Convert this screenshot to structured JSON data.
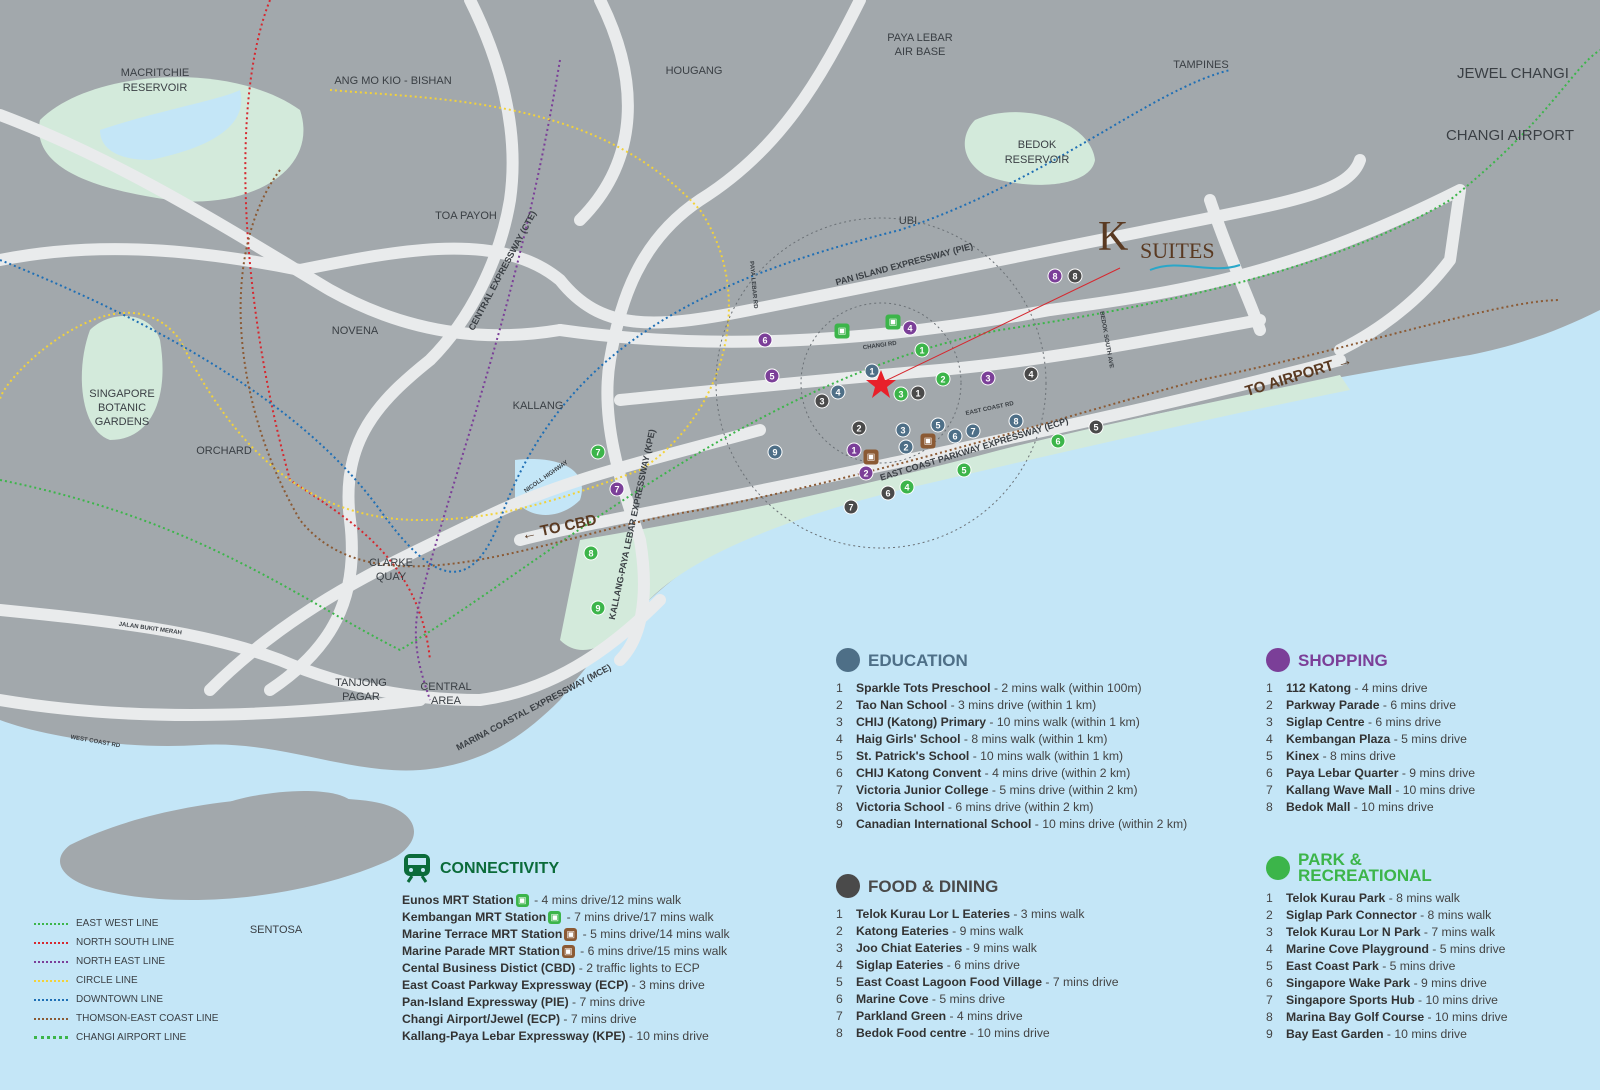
{
  "colors": {
    "sea": "#c4e6f7",
    "land": "#a2a8ac",
    "park": "#d3eadb",
    "road": "#e9ebec",
    "education": "#4e6f87",
    "shopping": "#7b3f98",
    "food": "#4a4a4a",
    "park_marker": "#3cb54a",
    "connectivity": "#0b6b3a",
    "mrt_ew": "#3cb54a",
    "mrt_te": "#8b5a34"
  },
  "map_labels": {
    "macritchie": [
      "MACRITCHIE",
      "RESERVOIR"
    ],
    "amk": "ANG MO KIO - BISHAN",
    "hougang": "HOUGANG",
    "paya_lebar": [
      "PAYA LEBAR",
      "AIR BASE"
    ],
    "tampines": "TAMPINES",
    "jewel": "JEWEL CHANGI",
    "changi": "CHANGI AIRPORT",
    "bedok_res": [
      "BEDOK",
      "RESERVOIR"
    ],
    "toa_payoh": "TOA PAYOH",
    "ubi": "UBI",
    "novena": "NOVENA",
    "botanic": [
      "SINGAPORE",
      "BOTANIC",
      "GARDENS"
    ],
    "orchard": "ORCHARD",
    "kallang": "KALLANG",
    "clarke": [
      "CLARKE",
      "QUAY"
    ],
    "tanjong": [
      "TANJONG",
      "PAGAR"
    ],
    "central": [
      "CENTRAL",
      "AREA"
    ],
    "sentosa": "SENTOSA",
    "pie": "PAN ISLAND EXPRESSWAY (PIE)",
    "cte": "CENTRAL EXPRESSWAY (CTE)",
    "kpe": "KALLANG-PAYA LEBAR EXPRESSWAY (KPE)",
    "ecp": "EAST COAST PARKWAY EXPRESSWAY (ECP)",
    "mce": "MARINA COASTAL EXPRESSWAY (MCE)",
    "to_cbd": "← TO CBD",
    "to_airport": "TO AIRPORT →",
    "west_coast": "WEST COAST RD",
    "bukit_merah": "JALAN BUKIT MERAH",
    "nicoll": "NICOLL HIGHWAY",
    "changi_rd": "CHANGI RD",
    "east_coast_rd": "EAST COAST RD",
    "bedok_south": "BEDOK SOUTH AVE",
    "paya_lebar_rd": "PAYA LEBAR RD"
  },
  "brand": {
    "k": "K",
    "suites": "SUITES"
  },
  "legend": [
    {
      "label": "EAST WEST LINE",
      "color": "#3cb54a"
    },
    {
      "label": "NORTH SOUTH LINE",
      "color": "#d6282f"
    },
    {
      "label": "NORTH EAST LINE",
      "color": "#7b3f98"
    },
    {
      "label": "CIRCLE LINE",
      "color": "#f2d23a"
    },
    {
      "label": "DOWNTOWN LINE",
      "color": "#1f6fb5"
    },
    {
      "label": "THOMSON-EAST COAST LINE",
      "color": "#8b5a34"
    },
    {
      "label": "CHANGI AIRPORT LINE",
      "color": "#3cb54a"
    }
  ],
  "connectivity": {
    "title": "CONNECTIVITY",
    "items": [
      {
        "name": "Eunos MRT Station",
        "mrt": "ew",
        "detail": " - 4 mins drive/12 mins walk"
      },
      {
        "name": "Kembangan MRT Station",
        "mrt": "ew",
        "detail": " - 7 mins drive/17 mins walk"
      },
      {
        "name": "Marine Terrace MRT Station",
        "mrt": "te",
        "detail": " - 5 mins drive/14 mins walk"
      },
      {
        "name": "Marine Parade MRT Station",
        "mrt": "te",
        "detail": " - 6 mins drive/15 mins walk"
      },
      {
        "name": "Cental Business Distict (CBD)",
        "detail": " - 2 traffic lights to ECP"
      },
      {
        "name": "East Coast Parkway Expressway (ECP)",
        "detail": " - 3 mins drive"
      },
      {
        "name": "Pan-Island Expressway (PIE)",
        "detail": " - 7 mins drive"
      },
      {
        "name": "Changi Airport/Jewel (ECP)",
        "detail": " - 7 mins drive"
      },
      {
        "name": "Kallang-Paya Lebar Expressway (KPE)",
        "detail": " - 10 mins drive"
      }
    ]
  },
  "education": {
    "title": "EDUCATION",
    "items": [
      {
        "num": "1",
        "name": "Sparkle Tots Preschool",
        "detail": " - 2 mins walk (within 100m)"
      },
      {
        "num": "2",
        "name": "Tao Nan School",
        "detail": " - 3 mins drive (within 1 km)"
      },
      {
        "num": "3",
        "name": "CHIJ (Katong) Primary",
        "detail": " - 10 mins walk (within 1 km)"
      },
      {
        "num": "4",
        "name": "Haig Girls' School",
        "detail": " - 8 mins walk (within 1 km)"
      },
      {
        "num": "5",
        "name": "St. Patrick's School",
        "detail": " - 10 mins walk (within 1 km)"
      },
      {
        "num": "6",
        "name": "CHIJ Katong Convent",
        "detail": " - 4 mins drive (within 2 km)"
      },
      {
        "num": "7",
        "name": "Victoria Junior College",
        "detail": " - 5 mins drive (within 2 km)"
      },
      {
        "num": "8",
        "name": "Victoria School",
        "detail": " - 6 mins drive (within 2 km)"
      },
      {
        "num": "9",
        "name": "Canadian International School",
        "detail": " - 10 mins drive (within 2 km)"
      }
    ]
  },
  "shopping": {
    "title": "SHOPPING",
    "items": [
      {
        "num": "1",
        "name": "112 Katong",
        "detail": " - 4 mins drive"
      },
      {
        "num": "2",
        "name": "Parkway Parade",
        "detail": " - 6 mins drive"
      },
      {
        "num": "3",
        "name": "Siglap Centre",
        "detail": " - 6 mins drive"
      },
      {
        "num": "4",
        "name": "Kembangan Plaza",
        "detail": " - 5 mins drive"
      },
      {
        "num": "5",
        "name": "Kinex",
        "detail": " - 8 mins drive"
      },
      {
        "num": "6",
        "name": "Paya Lebar Quarter",
        "detail": " - 9 mins drive"
      },
      {
        "num": "7",
        "name": "Kallang Wave Mall",
        "detail": " - 10 mins drive"
      },
      {
        "num": "8",
        "name": "Bedok Mall",
        "detail": " - 10 mins drive"
      }
    ]
  },
  "food": {
    "title": "FOOD & DINING",
    "items": [
      {
        "num": "1",
        "name": "Telok Kurau Lor L Eateries",
        "detail": " - 3 mins walk"
      },
      {
        "num": "2",
        "name": "Katong Eateries",
        "detail": " - 9 mins walk"
      },
      {
        "num": "3",
        "name": "Joo Chiat Eateries",
        "detail": " - 9 mins walk"
      },
      {
        "num": "4",
        "name": "Siglap Eateries",
        "detail": " - 6 mins drive"
      },
      {
        "num": "5",
        "name": "East Coast Lagoon Food Village",
        "detail": " - 7 mins drive"
      },
      {
        "num": "6",
        "name": "Marine Cove",
        "detail": " - 5 mins drive"
      },
      {
        "num": "7",
        "name": "Parkland Green",
        "detail": " - 4 mins drive"
      },
      {
        "num": "8",
        "name": "Bedok Food centre",
        "detail": " - 10 mins drive"
      }
    ]
  },
  "park": {
    "title": [
      "PARK &",
      "RECREATIONAL"
    ],
    "items": [
      {
        "num": "1",
        "name": "Telok Kurau Park",
        "detail": " - 8 mins walk"
      },
      {
        "num": "2",
        "name": "Siglap Park Connector",
        "detail": " - 8 mins walk"
      },
      {
        "num": "3",
        "name": "Telok Kurau Lor N Park",
        "detail": " - 7 mins walk"
      },
      {
        "num": "4",
        "name": "Marine Cove Playground",
        "detail": " - 5 mins drive"
      },
      {
        "num": "5",
        "name": "East Coast Park",
        "detail": " - 5 mins drive"
      },
      {
        "num": "6",
        "name": "Singapore Wake Park",
        "detail": " - 9 mins drive"
      },
      {
        "num": "7",
        "name": "Singapore Sports Hub",
        "detail": " - 10 mins drive"
      },
      {
        "num": "8",
        "name": "Marina Bay Golf Course",
        "detail": " - 10 mins drive"
      },
      {
        "num": "9",
        "name": "Bay East Garden",
        "detail": " - 10 mins drive"
      }
    ]
  }
}
